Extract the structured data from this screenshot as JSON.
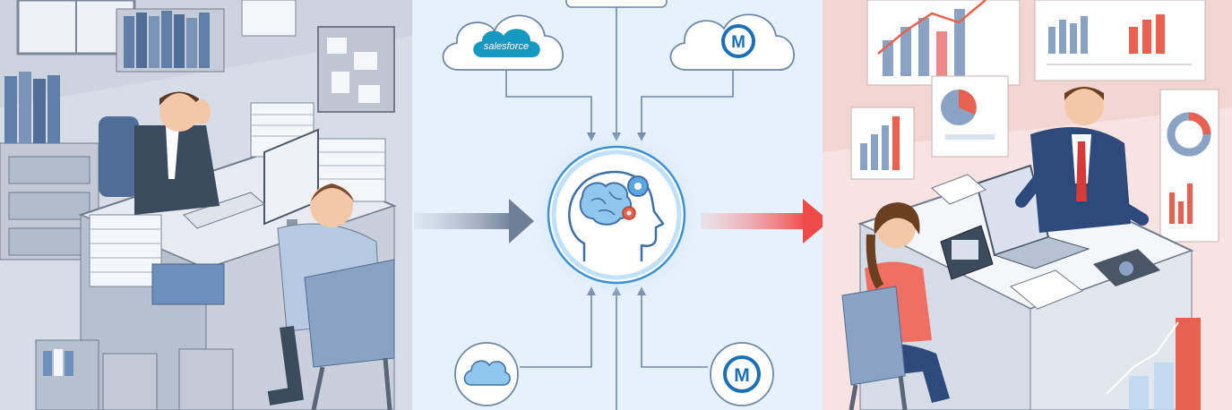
{
  "scene": {
    "panels": [
      {
        "id": "before",
        "theme": "cluttered-office",
        "color": "#d9dfe8"
      },
      {
        "id": "integration",
        "theme": "ai-integration-hub",
        "color": "#e6f1fb"
      },
      {
        "id": "after",
        "theme": "modern-analytics-office",
        "color": "#f9e0de"
      }
    ]
  },
  "brands": {
    "salesforce_label": "salesforce",
    "mulesoft_letter": "M"
  },
  "icons": {
    "hub": "brain-gear-head-icon",
    "cloud": "cloud-icon",
    "left_arrow": "arrow-right-icon",
    "right_arrow": "arrow-right-icon"
  },
  "colors": {
    "left_arrow": "#7b8aa0",
    "right_arrow": "#ef4a4a",
    "hub_ring": "#3d8fd6",
    "salesforce": "#1798c1",
    "mulesoft": "#1d6fb8"
  }
}
